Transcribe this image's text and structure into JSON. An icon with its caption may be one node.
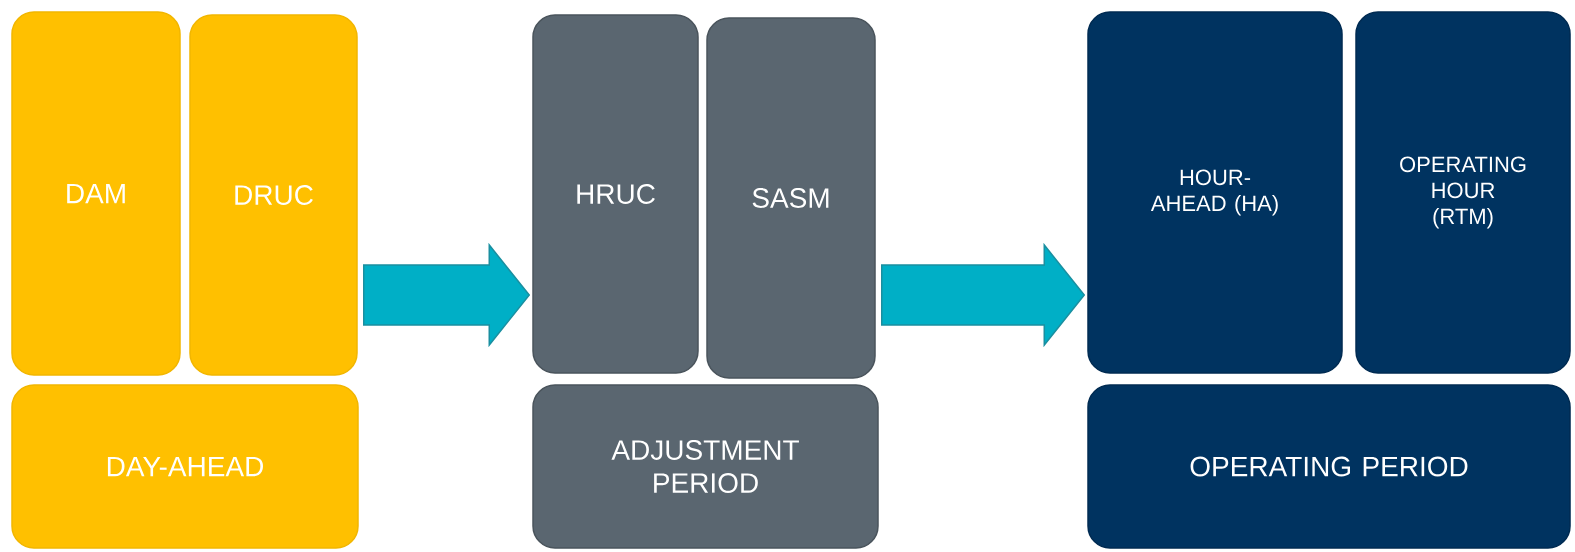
{
  "diagram": {
    "nodes": [
      {
        "text": [
          "DAM"
        ]
      },
      {
        "text": [
          "DRUC"
        ]
      },
      {
        "text": [
          "DAY-AHEAD"
        ]
      },
      {
        "text": [
          "HRUC"
        ]
      },
      {
        "text": [
          "SASM"
        ]
      },
      {
        "text": [
          "ADJUSTMENT PERIOD"
        ]
      },
      {
        "text": [
          "HOUR-AHEAD (HA)"
        ]
      },
      {
        "text": [
          "OPERATING HOUR (RTM)"
        ]
      },
      {
        "text": [
          "OPERATING PERIOD"
        ]
      }
    ],
    "edges": [
      {
        "from": 1,
        "to": 3,
        "arrow": "to"
      },
      {
        "from": 4,
        "to": 6,
        "arrow": "to"
      }
    ]
  }
}
